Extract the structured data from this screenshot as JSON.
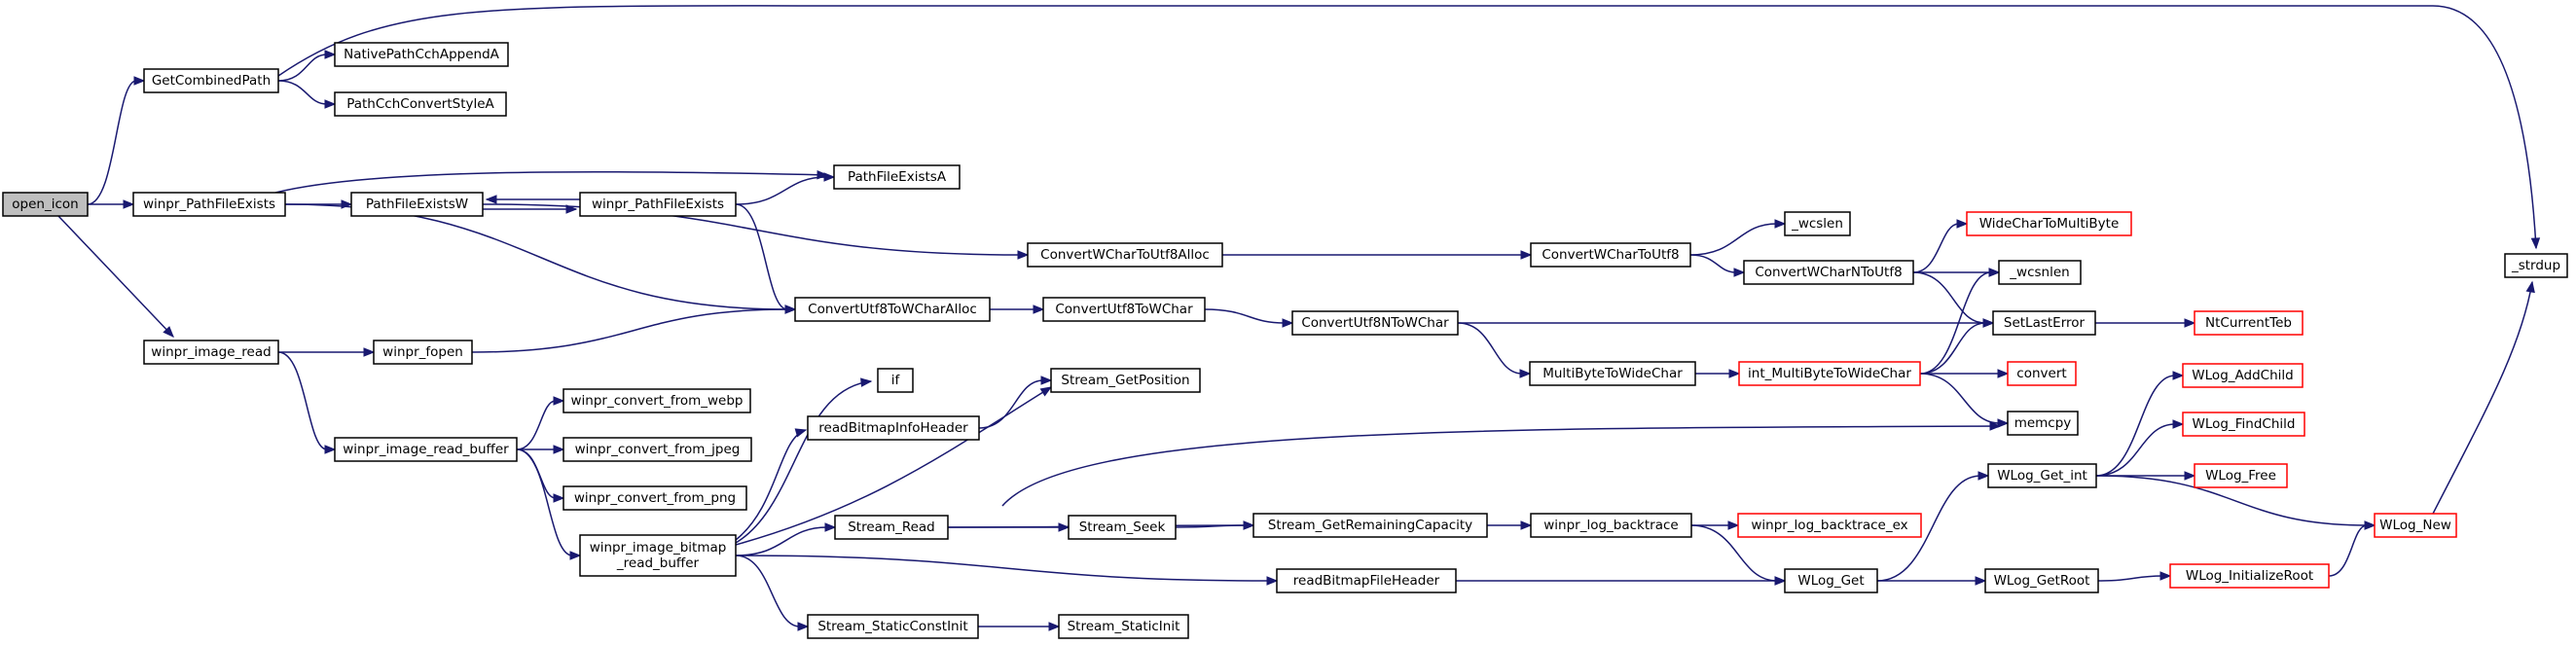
{
  "nodes": [
    {
      "id": "open_icon",
      "label": "open_icon",
      "root": true
    },
    {
      "id": "GetCombinedPath",
      "label": "GetCombinedPath"
    },
    {
      "id": "NativePathCchAppendA",
      "label": "NativePathCchAppendA"
    },
    {
      "id": "PathCchConvertStyleA",
      "label": "PathCchConvertStyleA"
    },
    {
      "id": "_strdup",
      "label": "_strdup"
    },
    {
      "id": "winpr_PathFileExists",
      "label": "winpr_PathFileExists"
    },
    {
      "id": "PathFileExistsW",
      "label": "PathFileExistsW"
    },
    {
      "id": "winpr_PathFileExists2",
      "label": "winpr_PathFileExists"
    },
    {
      "id": "PathFileExistsA",
      "label": "PathFileExistsA"
    },
    {
      "id": "ConvertWCharToUtf8Alloc",
      "label": "ConvertWCharToUtf8Alloc"
    },
    {
      "id": "ConvertWCharToUtf8",
      "label": "ConvertWCharToUtf8"
    },
    {
      "id": "_wcslen",
      "label": "_wcslen"
    },
    {
      "id": "WideCharToMultiByte",
      "label": "WideCharToMultiByte",
      "red": true
    },
    {
      "id": "ConvertWCharNToUtf8",
      "label": "ConvertWCharNToUtf8"
    },
    {
      "id": "_wcsnlen",
      "label": "_wcsnlen"
    },
    {
      "id": "SetLastError",
      "label": "SetLastError"
    },
    {
      "id": "NtCurrentTeb",
      "label": "NtCurrentTeb",
      "red": true
    },
    {
      "id": "ConvertUtf8ToWCharAlloc",
      "label": "ConvertUtf8ToWCharAlloc"
    },
    {
      "id": "ConvertUtf8ToWChar",
      "label": "ConvertUtf8ToWChar"
    },
    {
      "id": "ConvertUtf8NToWChar",
      "label": "ConvertUtf8NToWChar"
    },
    {
      "id": "MultiByteToWideChar",
      "label": "MultiByteToWideChar"
    },
    {
      "id": "int_MultiByteToWideChar",
      "label": "int_MultiByteToWideChar",
      "red": true
    },
    {
      "id": "convert",
      "label": "convert",
      "red": true
    },
    {
      "id": "memcpy",
      "label": "memcpy"
    },
    {
      "id": "winpr_image_read",
      "label": "winpr_image_read"
    },
    {
      "id": "winpr_fopen",
      "label": "winpr_fopen"
    },
    {
      "id": "winpr_image_read_buffer",
      "label": "winpr_image_read_buffer"
    },
    {
      "id": "winpr_convert_from_webp",
      "label": "winpr_convert_from_webp"
    },
    {
      "id": "winpr_convert_from_jpeg",
      "label": "winpr_convert_from_jpeg"
    },
    {
      "id": "winpr_convert_from_png",
      "label": "winpr_convert_from_png"
    },
    {
      "id": "winpr_image_bitmap_read_buffer",
      "label": "winpr_image_bitmap\n_read_buffer"
    },
    {
      "id": "if",
      "label": "if"
    },
    {
      "id": "readBitmapInfoHeader",
      "label": "readBitmapInfoHeader"
    },
    {
      "id": "Stream_GetPosition",
      "label": "Stream_GetPosition"
    },
    {
      "id": "Stream_Read",
      "label": "Stream_Read"
    },
    {
      "id": "Stream_Seek",
      "label": "Stream_Seek"
    },
    {
      "id": "Stream_GetRemainingCapacity",
      "label": "Stream_GetRemainingCapacity"
    },
    {
      "id": "winpr_log_backtrace",
      "label": "winpr_log_backtrace"
    },
    {
      "id": "winpr_log_backtrace_ex",
      "label": "winpr_log_backtrace_ex",
      "red": true
    },
    {
      "id": "readBitmapFileHeader",
      "label": "readBitmapFileHeader"
    },
    {
      "id": "WLog_Get",
      "label": "WLog_Get"
    },
    {
      "id": "WLog_GetRoot",
      "label": "WLog_GetRoot"
    },
    {
      "id": "WLog_InitializeRoot",
      "label": "WLog_InitializeRoot",
      "red": true
    },
    {
      "id": "WLog_New",
      "label": "WLog_New",
      "red": true
    },
    {
      "id": "WLog_Get_int",
      "label": "WLog_Get_int"
    },
    {
      "id": "WLog_AddChild",
      "label": "WLog_AddChild",
      "red": true
    },
    {
      "id": "WLog_FindChild",
      "label": "WLog_FindChild",
      "red": true
    },
    {
      "id": "WLog_Free",
      "label": "WLog_Free",
      "red": true
    },
    {
      "id": "Stream_StaticConstInit",
      "label": "Stream_StaticConstInit"
    },
    {
      "id": "Stream_StaticInit",
      "label": "Stream_StaticInit"
    }
  ],
  "edges": [
    [
      "open_icon",
      "GetCombinedPath"
    ],
    [
      "open_icon",
      "winpr_PathFileExists"
    ],
    [
      "open_icon",
      "winpr_image_read"
    ],
    [
      "GetCombinedPath",
      "NativePathCchAppendA"
    ],
    [
      "GetCombinedPath",
      "PathCchConvertStyleA"
    ],
    [
      "GetCombinedPath",
      "_strdup"
    ],
    [
      "winpr_PathFileExists",
      "PathFileExistsA"
    ],
    [
      "winpr_PathFileExists",
      "PathFileExistsW"
    ],
    [
      "winpr_PathFileExists",
      "ConvertUtf8ToWCharAlloc"
    ],
    [
      "PathFileExistsW",
      "ConvertWCharToUtf8Alloc"
    ],
    [
      "PathFileExistsW",
      "winpr_PathFileExists2"
    ],
    [
      "winpr_PathFileExists2",
      "PathFileExistsA"
    ],
    [
      "winpr_PathFileExists2",
      "PathFileExistsW"
    ],
    [
      "winpr_PathFileExists2",
      "ConvertUtf8ToWCharAlloc"
    ],
    [
      "ConvertWCharToUtf8Alloc",
      "ConvertWCharToUtf8"
    ],
    [
      "ConvertWCharToUtf8",
      "_wcslen"
    ],
    [
      "ConvertWCharToUtf8",
      "ConvertWCharNToUtf8"
    ],
    [
      "ConvertWCharNToUtf8",
      "WideCharToMultiByte"
    ],
    [
      "ConvertWCharNToUtf8",
      "_wcsnlen"
    ],
    [
      "ConvertWCharNToUtf8",
      "SetLastError"
    ],
    [
      "SetLastError",
      "NtCurrentTeb"
    ],
    [
      "ConvertUtf8ToWCharAlloc",
      "ConvertUtf8ToWChar"
    ],
    [
      "ConvertUtf8ToWChar",
      "ConvertUtf8NToWChar"
    ],
    [
      "ConvertUtf8NToWChar",
      "SetLastError"
    ],
    [
      "ConvertUtf8NToWChar",
      "MultiByteToWideChar"
    ],
    [
      "MultiByteToWideChar",
      "int_MultiByteToWideChar"
    ],
    [
      "int_MultiByteToWideChar",
      "_wcsnlen"
    ],
    [
      "int_MultiByteToWideChar",
      "SetLastError"
    ],
    [
      "int_MultiByteToWideChar",
      "convert"
    ],
    [
      "int_MultiByteToWideChar",
      "memcpy"
    ],
    [
      "winpr_image_read",
      "winpr_fopen"
    ],
    [
      "winpr_image_read",
      "winpr_image_read_buffer"
    ],
    [
      "winpr_fopen",
      "ConvertUtf8ToWCharAlloc"
    ],
    [
      "winpr_image_read_buffer",
      "winpr_convert_from_webp"
    ],
    [
      "winpr_image_read_buffer",
      "winpr_convert_from_jpeg"
    ],
    [
      "winpr_image_read_buffer",
      "winpr_convert_from_png"
    ],
    [
      "winpr_image_read_buffer",
      "winpr_image_bitmap_read_buffer"
    ],
    [
      "winpr_image_bitmap_read_buffer",
      "if"
    ],
    [
      "winpr_image_bitmap_read_buffer",
      "readBitmapInfoHeader"
    ],
    [
      "winpr_image_bitmap_read_buffer",
      "Stream_GetPosition"
    ],
    [
      "winpr_image_bitmap_read_buffer",
      "Stream_Read"
    ],
    [
      "winpr_image_bitmap_read_buffer",
      "readBitmapFileHeader"
    ],
    [
      "winpr_image_bitmap_read_buffer",
      "Stream_StaticConstInit"
    ],
    [
      "readBitmapInfoHeader",
      "Stream_GetPosition"
    ],
    [
      "Stream_Read",
      "memcpy"
    ],
    [
      "Stream_Read",
      "Stream_GetRemainingCapacity"
    ],
    [
      "Stream_Read",
      "Stream_Seek"
    ],
    [
      "Stream_Seek",
      "Stream_GetRemainingCapacity"
    ],
    [
      "Stream_GetRemainingCapacity",
      "winpr_log_backtrace"
    ],
    [
      "winpr_log_backtrace",
      "winpr_log_backtrace_ex"
    ],
    [
      "winpr_log_backtrace",
      "WLog_Get"
    ],
    [
      "readBitmapFileHeader",
      "WLog_Get"
    ],
    [
      "WLog_Get",
      "WLog_Get_int"
    ],
    [
      "WLog_Get",
      "WLog_GetRoot"
    ],
    [
      "WLog_GetRoot",
      "WLog_InitializeRoot"
    ],
    [
      "WLog_InitializeRoot",
      "WLog_New"
    ],
    [
      "WLog_New",
      "_strdup"
    ],
    [
      "WLog_Get_int",
      "WLog_AddChild"
    ],
    [
      "WLog_Get_int",
      "WLog_FindChild"
    ],
    [
      "WLog_Get_int",
      "WLog_Free"
    ],
    [
      "WLog_Get_int",
      "WLog_New"
    ],
    [
      "Stream_StaticConstInit",
      "Stream_StaticInit"
    ]
  ]
}
